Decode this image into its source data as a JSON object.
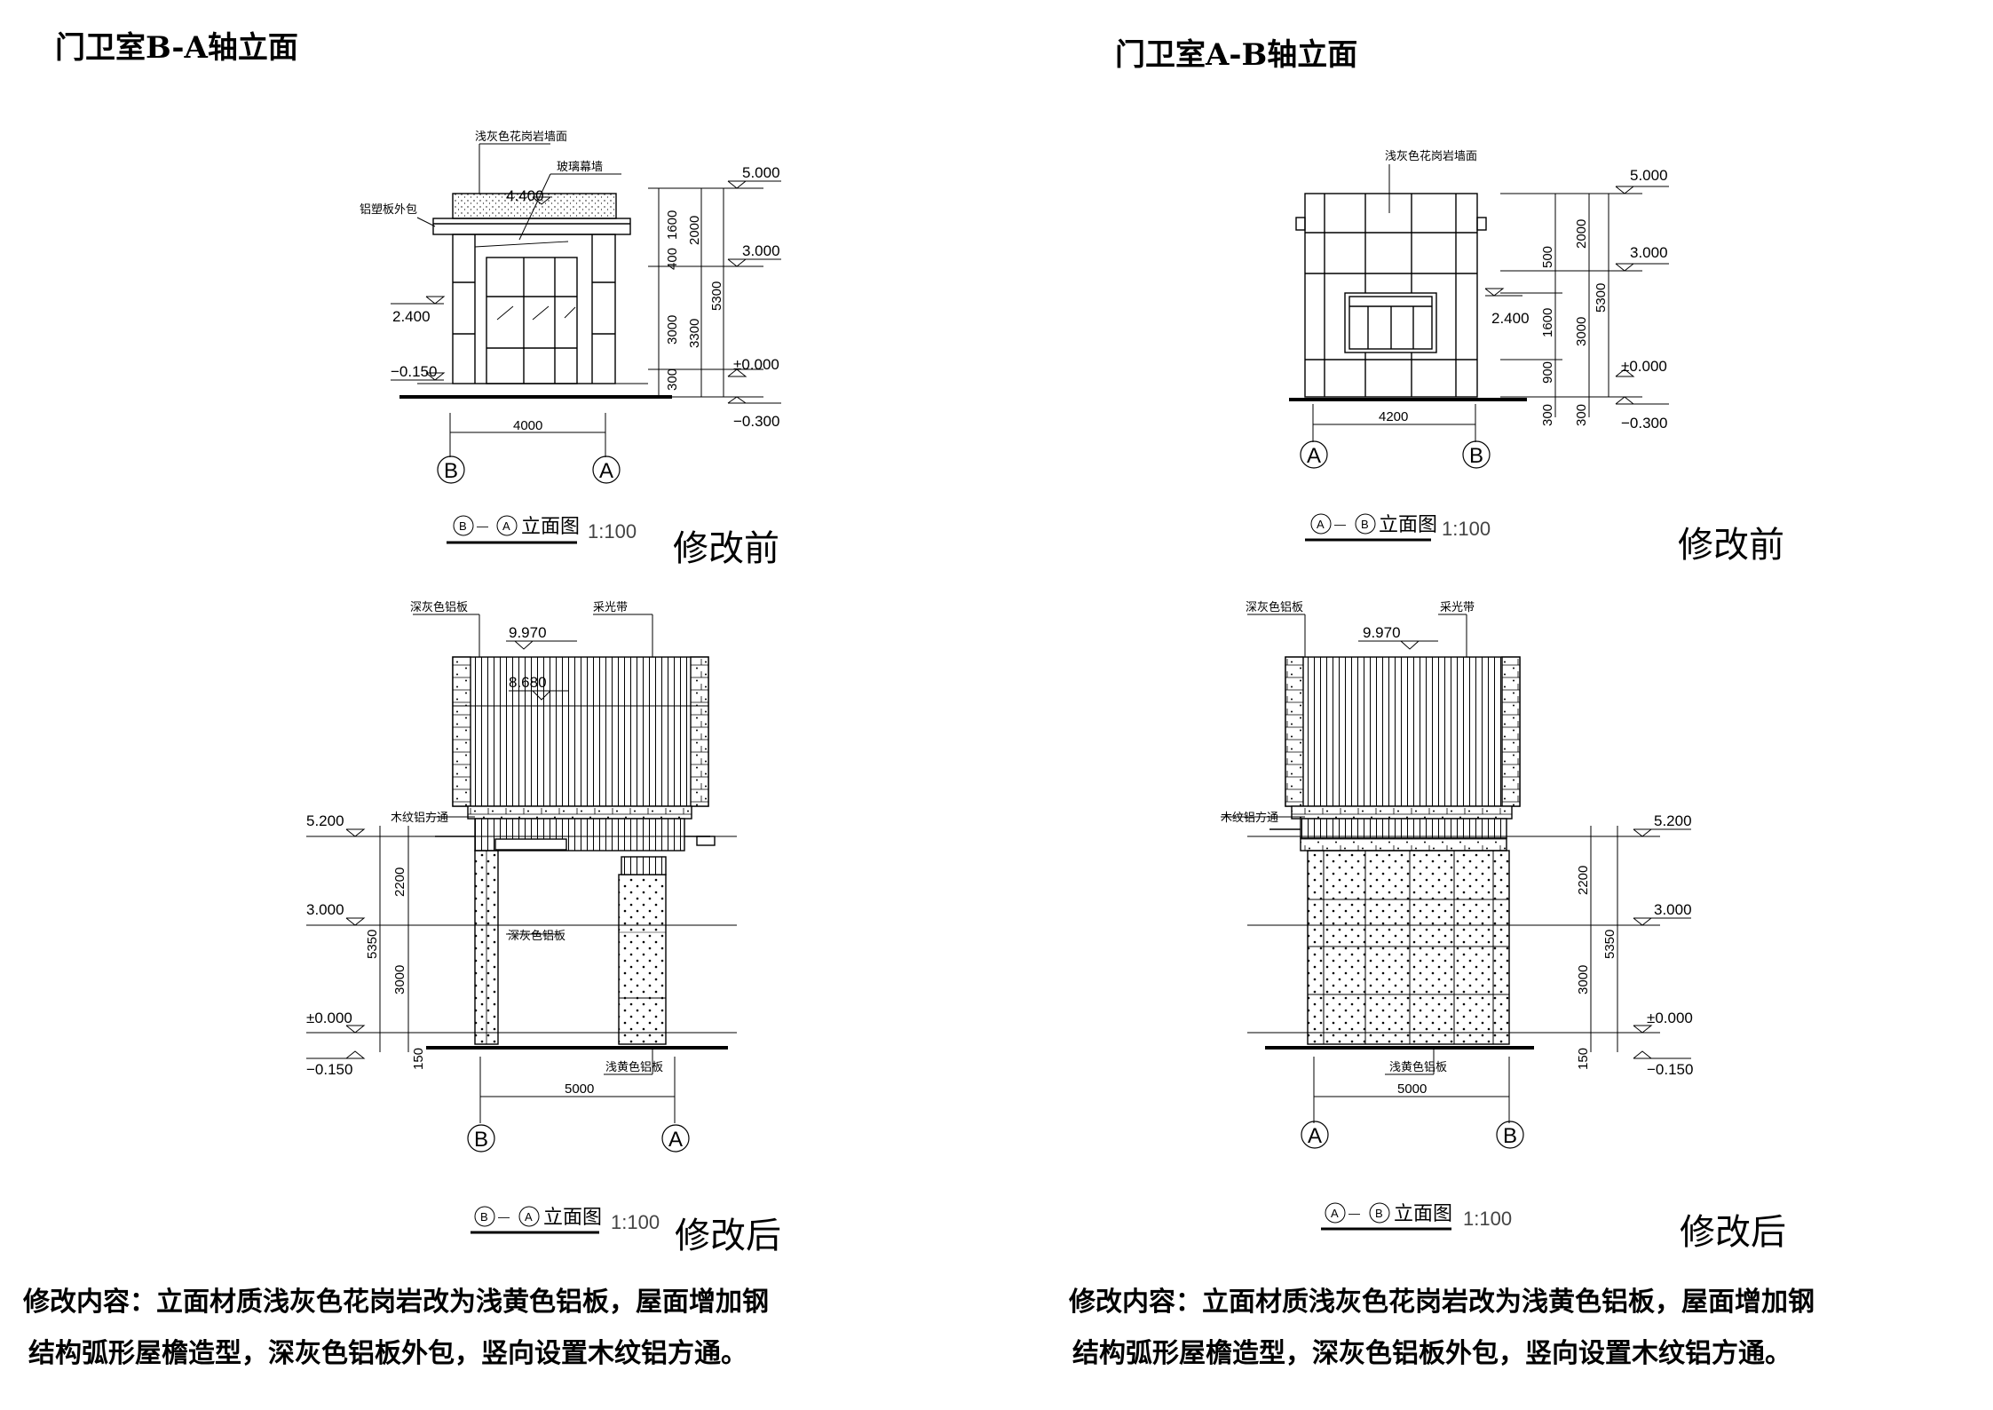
{
  "titles": {
    "left": "门卫室B-A轴立面",
    "right": "门卫室A-B轴立面"
  },
  "status": {
    "before": "修改前",
    "after": "修改后"
  },
  "note": {
    "left_line1": "修改内容：立面材质浅灰色花岗岩改为浅黄色铝板，屋面增加钢",
    "left_line2": "结构弧形屋檐造型，深灰色铝板外包，竖向设置木纹铝方通。",
    "right_line1": "修改内容：立面材质浅灰色花岗岩改为浅黄色铝板，屋面增加钢",
    "right_line2": "结构弧形屋檐造型，深灰色铝板外包，竖向设置木纹铝方通。"
  },
  "drawings": {
    "tl": {
      "labels": {
        "granite": "浅灰色花岗岩墙面",
        "glass": "玻璃幕墙",
        "alu_wrap": "铝塑板外包"
      },
      "levels": {
        "l5000": "5.000",
        "l3000": "3.000",
        "l0": "±0.000",
        "lm300": "−0.300",
        "l2400": "2.400",
        "lm150": "−0.150",
        "l4400": "4.400"
      },
      "dims": {
        "d1600": "1600",
        "d2000": "2000",
        "d400": "400",
        "d5300": "5300",
        "d3000": "3000",
        "d3300": "3300",
        "d300": "300",
        "width": "4000"
      },
      "axes": {
        "a1": "B",
        "a2": "A"
      },
      "caption": {
        "a1": "B",
        "a2": "A",
        "text": "立面图",
        "scale": "1:100"
      }
    },
    "tr": {
      "labels": {
        "granite": "浅灰色花岗岩墙面"
      },
      "levels": {
        "l5000": "5.000",
        "l3000": "3.000",
        "l0": "±0.000",
        "lm300": "−0.300",
        "l2400": "2.400"
      },
      "dims": {
        "d500": "500",
        "d1600": "1600",
        "d900": "900",
        "d2000": "2000",
        "d3000": "3000",
        "d5300": "5300",
        "d300a": "300",
        "d300b": "300",
        "width": "4200"
      },
      "axes": {
        "a1": "A",
        "a2": "B"
      },
      "caption": {
        "a1": "A",
        "a2": "B",
        "text": "立面图",
        "scale": "1:100"
      }
    },
    "bl": {
      "labels": {
        "dark_alu": "深灰色铝板",
        "skylight": "采光带",
        "wood_tube": "木纹铝方通",
        "dark_alu2": "深灰色铝板",
        "yellow_alu": "浅黄色铝板"
      },
      "levels": {
        "l9970": "9.970",
        "l8680": "8.680",
        "l5200": "5.200",
        "l3000": "3.000",
        "l0": "±0.000",
        "lm150": "−0.150"
      },
      "dims": {
        "d2200": "2200",
        "d5350": "5350",
        "d3000": "3000",
        "d150": "150",
        "width": "5000"
      },
      "axes": {
        "a1": "B",
        "a2": "A"
      },
      "caption": {
        "a1": "B",
        "a2": "A",
        "text": "立面图",
        "scale": "1:100"
      }
    },
    "br": {
      "labels": {
        "dark_alu": "深灰色铝板",
        "skylight": "采光带",
        "wood_tube": "木纹铝方通",
        "yellow_alu": "浅黄色铝板"
      },
      "levels": {
        "l9970": "9.970",
        "l5200": "5.200",
        "l3000": "3.000",
        "l0": "±0.000",
        "lm150": "−0.150"
      },
      "dims": {
        "d2200": "2200",
        "d5350": "5350",
        "d3000": "3000",
        "d150": "150",
        "width": "5000"
      },
      "axes": {
        "a1": "A",
        "a2": "B"
      },
      "caption": {
        "a1": "A",
        "a2": "B",
        "text": "立面图",
        "scale": "1:100"
      }
    }
  }
}
